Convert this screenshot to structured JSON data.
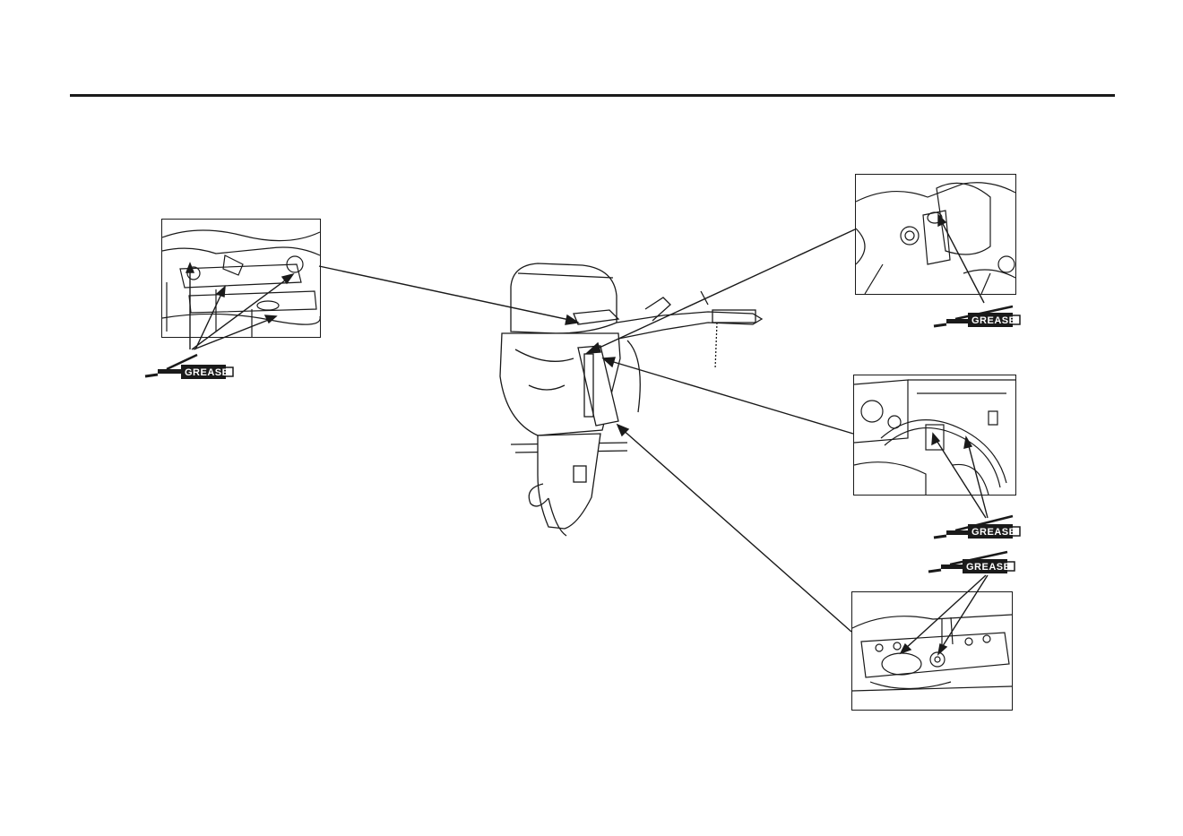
{
  "labels": {
    "grease": "GREASE"
  },
  "colors": {
    "ink": "#1a1a1a",
    "paper": "#ffffff"
  },
  "callouts": [
    {
      "id": "detail-throttle-linkage",
      "icon": "grease-gun-icon"
    },
    {
      "id": "detail-swivel-upper",
      "icon": "grease-gun-icon"
    },
    {
      "id": "detail-swivel-middle",
      "icon": "grease-gun-icon"
    },
    {
      "id": "detail-tilt-bracket",
      "icon": "grease-gun-icon"
    }
  ]
}
